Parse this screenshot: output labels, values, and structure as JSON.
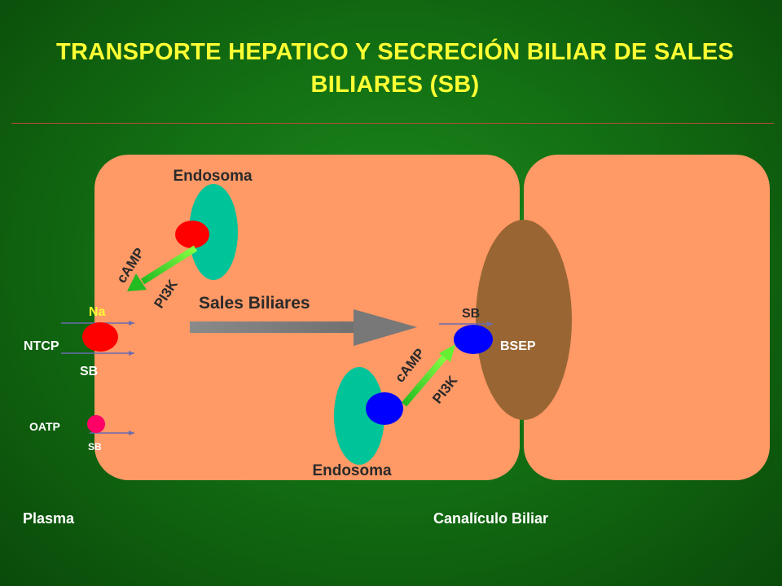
{
  "title_line1": "TRANSPORTE HEPATICO Y SECRECIÓN BILIAR  DE SALES",
  "title_line2": "BILIARES (SB)",
  "endosome_top_label": "Endosoma",
  "endosome_bottom_label": "Endosoma",
  "top_arrow": {
    "label_upper": "cAMP",
    "label_lower": "PI3K"
  },
  "bottom_arrow": {
    "label_upper": "cAMP",
    "label_lower": "PI3K"
  },
  "main_arrow_label": "Sales Biliares",
  "ntcp": {
    "name": "NTCP",
    "in_label": "Na",
    "out_label": "SB"
  },
  "oatp": {
    "name": "OATP",
    "label": "SB"
  },
  "bsep": {
    "name": "BSEP",
    "label": "SB"
  },
  "bottom_left_label": "Plasma",
  "bottom_right_label": "Canalículo Biliar",
  "colors": {
    "cell": "#ff9966",
    "endosome": "#00c499",
    "canaliculus": "#996633",
    "ntcp_transporter": "#ff0000",
    "bsep_transporter": "#0000ff",
    "oatp_transporter": "#ff0066",
    "signal_arrow": "#33cc33",
    "title": "#ffff33"
  }
}
